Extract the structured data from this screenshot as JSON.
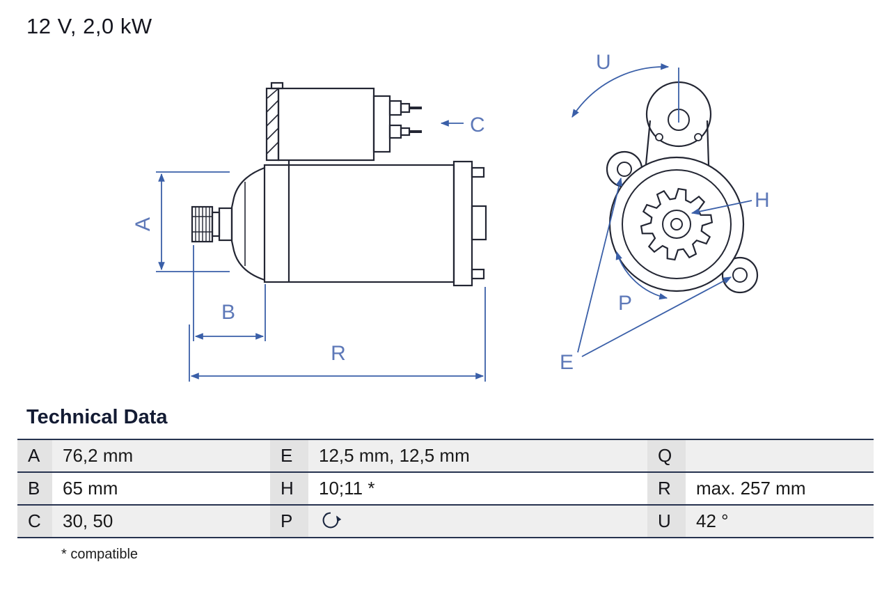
{
  "header": {
    "title": "12 V, 2,0 kW"
  },
  "diagram": {
    "dim_labels": {
      "A": "A",
      "B": "B",
      "C": "C",
      "R": "R",
      "U": "U",
      "H": "H",
      "P": "P",
      "E": "E"
    }
  },
  "technical_data": {
    "section_title": "Technical Data",
    "footnote": "* compatible",
    "rows": [
      {
        "cells": [
          {
            "key": "A",
            "value": "76,2 mm"
          },
          {
            "key": "E",
            "value": "12,5 mm, 12,5 mm"
          },
          {
            "key": "Q",
            "value": ""
          }
        ]
      },
      {
        "cells": [
          {
            "key": "B",
            "value": "65 mm"
          },
          {
            "key": "H",
            "value": "10;11 *"
          },
          {
            "key": "R",
            "value": "max. 257 mm"
          }
        ]
      },
      {
        "cells": [
          {
            "key": "C",
            "value": "30, 50"
          },
          {
            "key": "P",
            "value": "",
            "value_icon": "rotation-direction-icon"
          },
          {
            "key": "U",
            "value": "42 °"
          }
        ]
      }
    ]
  },
  "colors": {
    "drawing_line": "#232633",
    "dimension_blue": "#3a5fa8",
    "label_blue": "#5d78b8",
    "table_border": "#26324f",
    "key_cell_bg": "#e3e3e3",
    "odd_row_bg": "#efefef"
  }
}
